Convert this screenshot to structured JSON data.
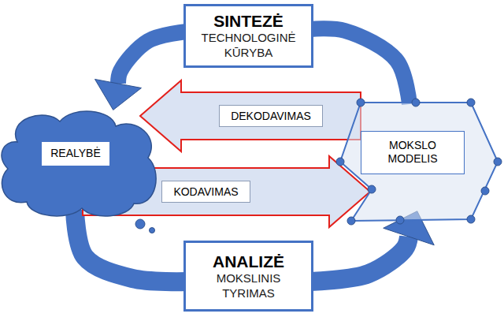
{
  "diagram": {
    "nodes": [
      {
        "text": [
          "SINTEZĖ",
          "TECHNOLOGINĖ KŪRYBA"
        ]
      },
      {
        "text": [
          "REALYBĖ"
        ]
      },
      {
        "text": [
          "MOKSLO MODELIS"
        ]
      },
      {
        "text": [
          "ANALIZĖ",
          "MOKSLINIS TYRIMAS"
        ]
      }
    ],
    "edges": [
      {
        "from": 2,
        "to": 1,
        "arrow": "to",
        "label": "DEKODAVIMAS"
      },
      {
        "from": 1,
        "to": 2,
        "arrow": "to",
        "label": "KODAVIMAS"
      },
      {
        "from": 2,
        "to": 0,
        "arrow": "none"
      },
      {
        "from": 0,
        "to": 1,
        "arrow": "to"
      },
      {
        "from": 1,
        "to": 3,
        "arrow": "none"
      },
      {
        "from": 3,
        "to": 2,
        "arrow": "to"
      }
    ]
  }
}
